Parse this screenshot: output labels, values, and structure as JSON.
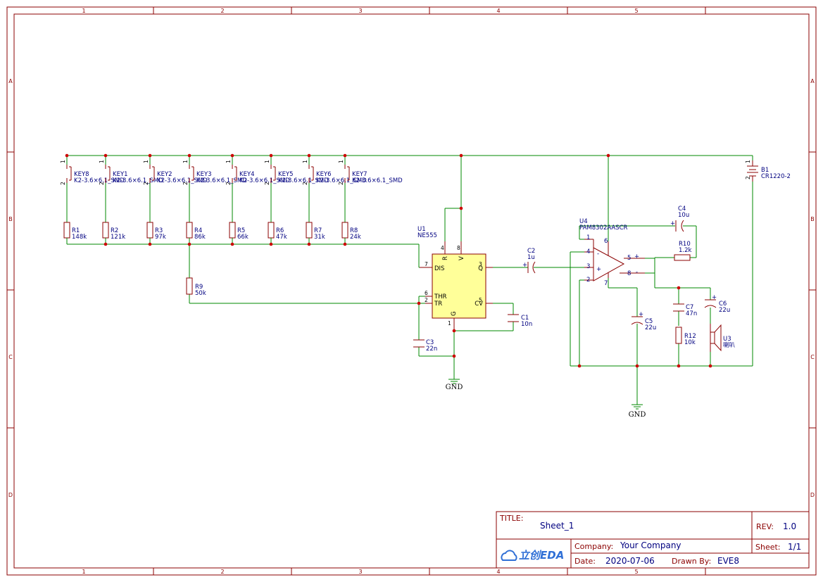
{
  "zones": {
    "cols": [
      "1",
      "2",
      "3",
      "4",
      "5"
    ],
    "rows": [
      "A",
      "B",
      "C",
      "D"
    ]
  },
  "keys": [
    {
      "ref": "KEY8",
      "footprint": "K2-3.6×6.1_SMD",
      "pin1": "1",
      "pin2": "2"
    },
    {
      "ref": "KEY1",
      "footprint": "K2-3.6×6.1_SMD",
      "pin1": "1",
      "pin2": "2"
    },
    {
      "ref": "KEY2",
      "footprint": "K2-3.6×6.1_SMD",
      "pin1": "1",
      "pin2": "2"
    },
    {
      "ref": "KEY3",
      "footprint": "K2-3.6×6.1_SMD",
      "pin1": "1",
      "pin2": "2"
    },
    {
      "ref": "KEY4",
      "footprint": "K2-3.6×6.1_SMD",
      "pin1": "1",
      "pin2": "2"
    },
    {
      "ref": "KEY5",
      "footprint": "K2-3.6×6.1_SMD",
      "pin1": "1",
      "pin2": "2"
    },
    {
      "ref": "KEY6",
      "footprint": "K2-3.6×6.1_SMD",
      "pin1": "1",
      "pin2": "2"
    },
    {
      "ref": "KEY7",
      "footprint": "K2-3.6×6.1_SMD",
      "pin1": "1",
      "pin2": "2"
    }
  ],
  "resistors": [
    {
      "ref": "R1",
      "value": "148k"
    },
    {
      "ref": "R2",
      "value": "121k"
    },
    {
      "ref": "R3",
      "value": "97k"
    },
    {
      "ref": "R4",
      "value": "86k"
    },
    {
      "ref": "R5",
      "value": "66k"
    },
    {
      "ref": "R6",
      "value": "47k"
    },
    {
      "ref": "R7",
      "value": "31k"
    },
    {
      "ref": "R8",
      "value": "24k"
    }
  ],
  "r9": {
    "ref": "R9",
    "value": "50k"
  },
  "u1": {
    "ref": "U1",
    "value": "NE555",
    "pins": {
      "dis": "DIS",
      "q": "Q",
      "thr": "THR",
      "tr": "TR",
      "cv": "CV",
      "g": "G",
      "r": "R",
      "v": "V"
    },
    "nums": {
      "p7": "7",
      "p3": "3",
      "p6": "6",
      "p2": "2",
      "p5": "5",
      "p1": "1",
      "p4": "4",
      "p8": "8"
    }
  },
  "c1": {
    "ref": "C1",
    "value": "10n"
  },
  "c2": {
    "ref": "C2",
    "value": "1u",
    "plus": "+"
  },
  "c3": {
    "ref": "C3",
    "value": "22n"
  },
  "u4": {
    "ref": "U4",
    "value": "PAM8302AASCR",
    "nums": {
      "p1": "1",
      "p4": "4",
      "p3": "3",
      "p2": "2",
      "p6": "6",
      "p7": "7",
      "p5": "5",
      "p8": "8"
    },
    "signs": {
      "minus_in": "-",
      "plus_in": "+",
      "plus_out": "+",
      "minus_out": "-"
    }
  },
  "c4": {
    "ref": "C4",
    "value": "10u",
    "plus": "+"
  },
  "r10": {
    "ref": "R10",
    "value": "1.2k"
  },
  "c5": {
    "ref": "C5",
    "value": "22u",
    "plus": "+"
  },
  "c7": {
    "ref": "C7",
    "value": "47n"
  },
  "c6": {
    "ref": "C6",
    "value": "22u",
    "plus": "+"
  },
  "r12": {
    "ref": "R12",
    "value": "10k"
  },
  "u3": {
    "ref": "U3",
    "value": "喇叭"
  },
  "b1": {
    "ref": "B1",
    "value": "CR1220-2",
    "pin1": "1",
    "pin2": "2"
  },
  "gnd": {
    "left": "GND",
    "right": "GND"
  },
  "title_block": {
    "title_label": "TITLE:",
    "title": "Sheet_1",
    "rev_label": "REV:",
    "rev": "1.0",
    "logo": "立创EDA",
    "company_label": "Company:",
    "company": "Your Company",
    "sheet_label": "Sheet:",
    "sheet": "1/1",
    "date_label": "Date:",
    "date": "2020-07-06",
    "drawn_label": "Drawn By:",
    "drawn": "EVE8"
  },
  "colors": {
    "frame": "#8b0000",
    "wire": "#008800",
    "junction": "#cc0000",
    "label": "#000080",
    "ic_fill": "#ffff99"
  }
}
